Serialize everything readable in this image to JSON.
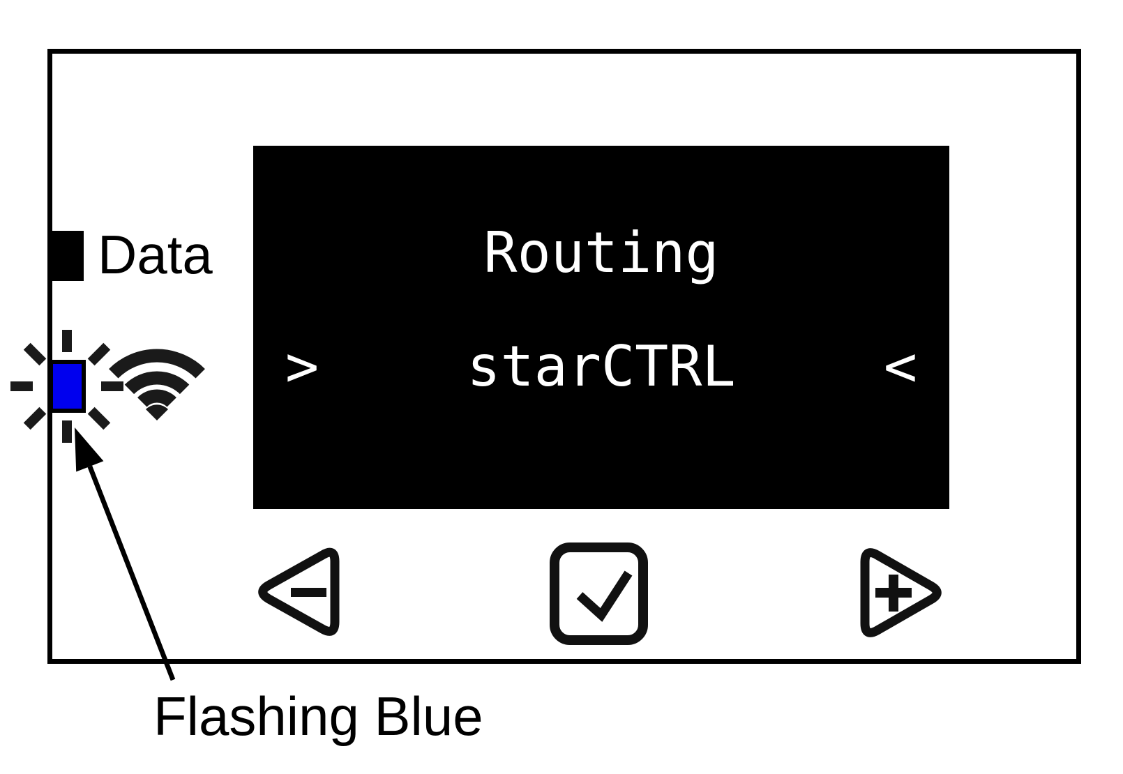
{
  "diagram": {
    "title": "device-front-panel-diagram"
  },
  "lcd": {
    "line1": "Routing",
    "selector_left": ">",
    "selector_value": "starCTRL",
    "selector_right": "<",
    "bg_color": "#000000",
    "text_color": "#ffffff"
  },
  "indicators": {
    "data_label": "Data",
    "data_led_color": "#000000",
    "wifi_led_color": "#0000ee",
    "wifi_icon": "wifi-icon",
    "flash_rays_icon": "flash-rays-icon"
  },
  "buttons": {
    "decrement_symbol": "−",
    "confirm_symbol": "✓",
    "increment_symbol": "+"
  },
  "annotation": {
    "label": "Flashing Blue",
    "arrow_icon": "arrow-up-left-icon"
  },
  "colors": {
    "outline": "#000000",
    "background": "#ffffff",
    "flashing_blue": "#0000ee"
  }
}
